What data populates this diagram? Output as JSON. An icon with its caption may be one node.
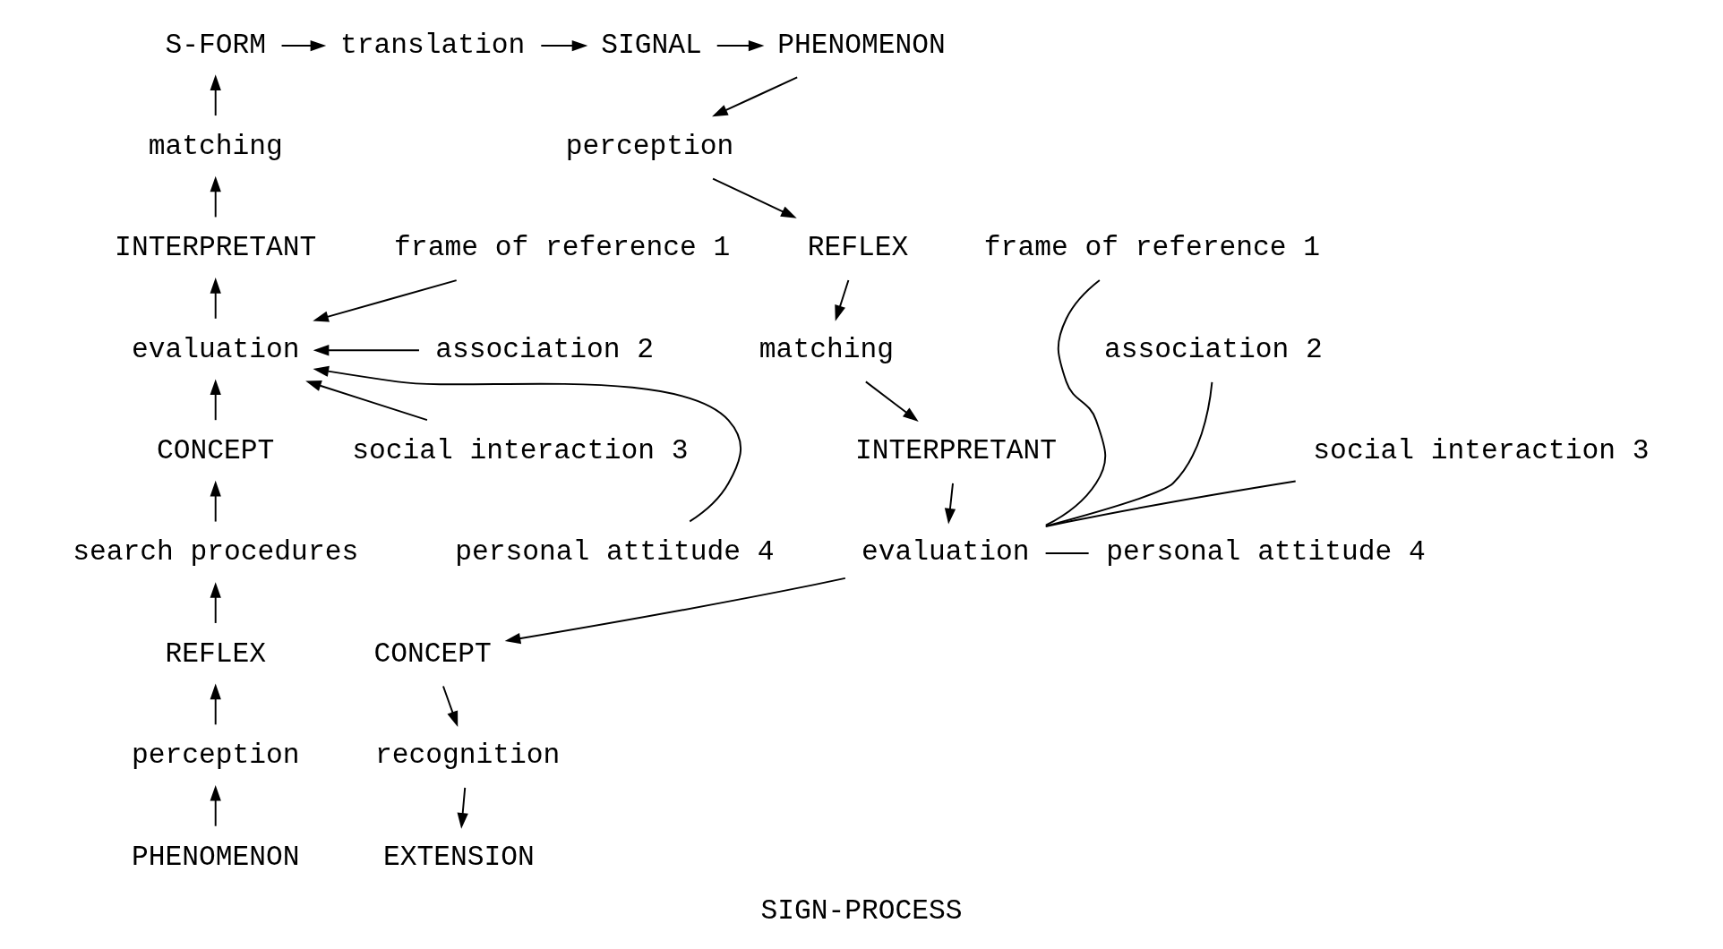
{
  "diagram": {
    "caption": "SIGN-PROCESS",
    "nodes": [
      {
        "text": [
          "S-FORM"
        ]
      },
      {
        "text": [
          "translation"
        ]
      },
      {
        "text": [
          "SIGNAL"
        ]
      },
      {
        "text": [
          "PHENOMENON"
        ]
      },
      {
        "text": [
          "perception"
        ]
      },
      {
        "text": [
          "REFLEX"
        ]
      },
      {
        "text": [
          "matching"
        ]
      },
      {
        "text": [
          "INTERPRETANT"
        ]
      },
      {
        "text": [
          "evaluation"
        ]
      },
      {
        "text": [
          "CONCEPT"
        ]
      },
      {
        "text": [
          "recognition"
        ]
      },
      {
        "text": [
          "EXTENSION"
        ]
      },
      {
        "text": [
          "matching"
        ]
      },
      {
        "text": [
          "INTERPRETANT"
        ]
      },
      {
        "text": [
          "evaluation"
        ]
      },
      {
        "text": [
          "CONCEPT"
        ]
      },
      {
        "text": [
          "search procedures"
        ]
      },
      {
        "text": [
          "REFLEX"
        ]
      },
      {
        "text": [
          "perception"
        ]
      },
      {
        "text": [
          "PHENOMENON"
        ]
      },
      {
        "text": [
          "frame of reference 1"
        ]
      },
      {
        "text": [
          "association 2"
        ]
      },
      {
        "text": [
          "social interaction 3"
        ]
      },
      {
        "text": [
          "personal attitude 4"
        ]
      },
      {
        "text": [
          "frame of reference 1"
        ]
      },
      {
        "text": [
          "association 2"
        ]
      },
      {
        "text": [
          "social interaction 3"
        ]
      },
      {
        "text": [
          "personal attitude 4"
        ]
      }
    ],
    "edges": [
      {
        "from": 19,
        "to": 18,
        "arrow": "to"
      },
      {
        "from": 18,
        "to": 17,
        "arrow": "to"
      },
      {
        "from": 17,
        "to": 16,
        "arrow": "to"
      },
      {
        "from": 16,
        "to": 15,
        "arrow": "to"
      },
      {
        "from": 15,
        "to": 14,
        "arrow": "to"
      },
      {
        "from": 14,
        "to": 13,
        "arrow": "to"
      },
      {
        "from": 13,
        "to": 12,
        "arrow": "to"
      },
      {
        "from": 12,
        "to": 0,
        "arrow": "to"
      },
      {
        "from": 0,
        "to": 1,
        "arrow": "to"
      },
      {
        "from": 1,
        "to": 2,
        "arrow": "to"
      },
      {
        "from": 2,
        "to": 3,
        "arrow": "to"
      },
      {
        "from": 3,
        "to": 4,
        "arrow": "to"
      },
      {
        "from": 4,
        "to": 5,
        "arrow": "to"
      },
      {
        "from": 5,
        "to": 6,
        "arrow": "to"
      },
      {
        "from": 6,
        "to": 7,
        "arrow": "to"
      },
      {
        "from": 7,
        "to": 8,
        "arrow": "to"
      },
      {
        "from": 8,
        "to": 9,
        "arrow": "to"
      },
      {
        "from": 9,
        "to": 10,
        "arrow": "to"
      },
      {
        "from": 10,
        "to": 11,
        "arrow": "to"
      },
      {
        "from": 20,
        "to": 14,
        "arrow": "to"
      },
      {
        "from": 21,
        "to": 14,
        "arrow": "to"
      },
      {
        "from": 22,
        "to": 14,
        "arrow": "to"
      },
      {
        "from": 23,
        "to": 14,
        "arrow": "to"
      },
      {
        "from": 24,
        "to": 8,
        "arrow": "none"
      },
      {
        "from": 25,
        "to": 8,
        "arrow": "none"
      },
      {
        "from": 26,
        "to": 8,
        "arrow": "none"
      },
      {
        "from": 27,
        "to": 8,
        "arrow": "none"
      }
    ]
  }
}
